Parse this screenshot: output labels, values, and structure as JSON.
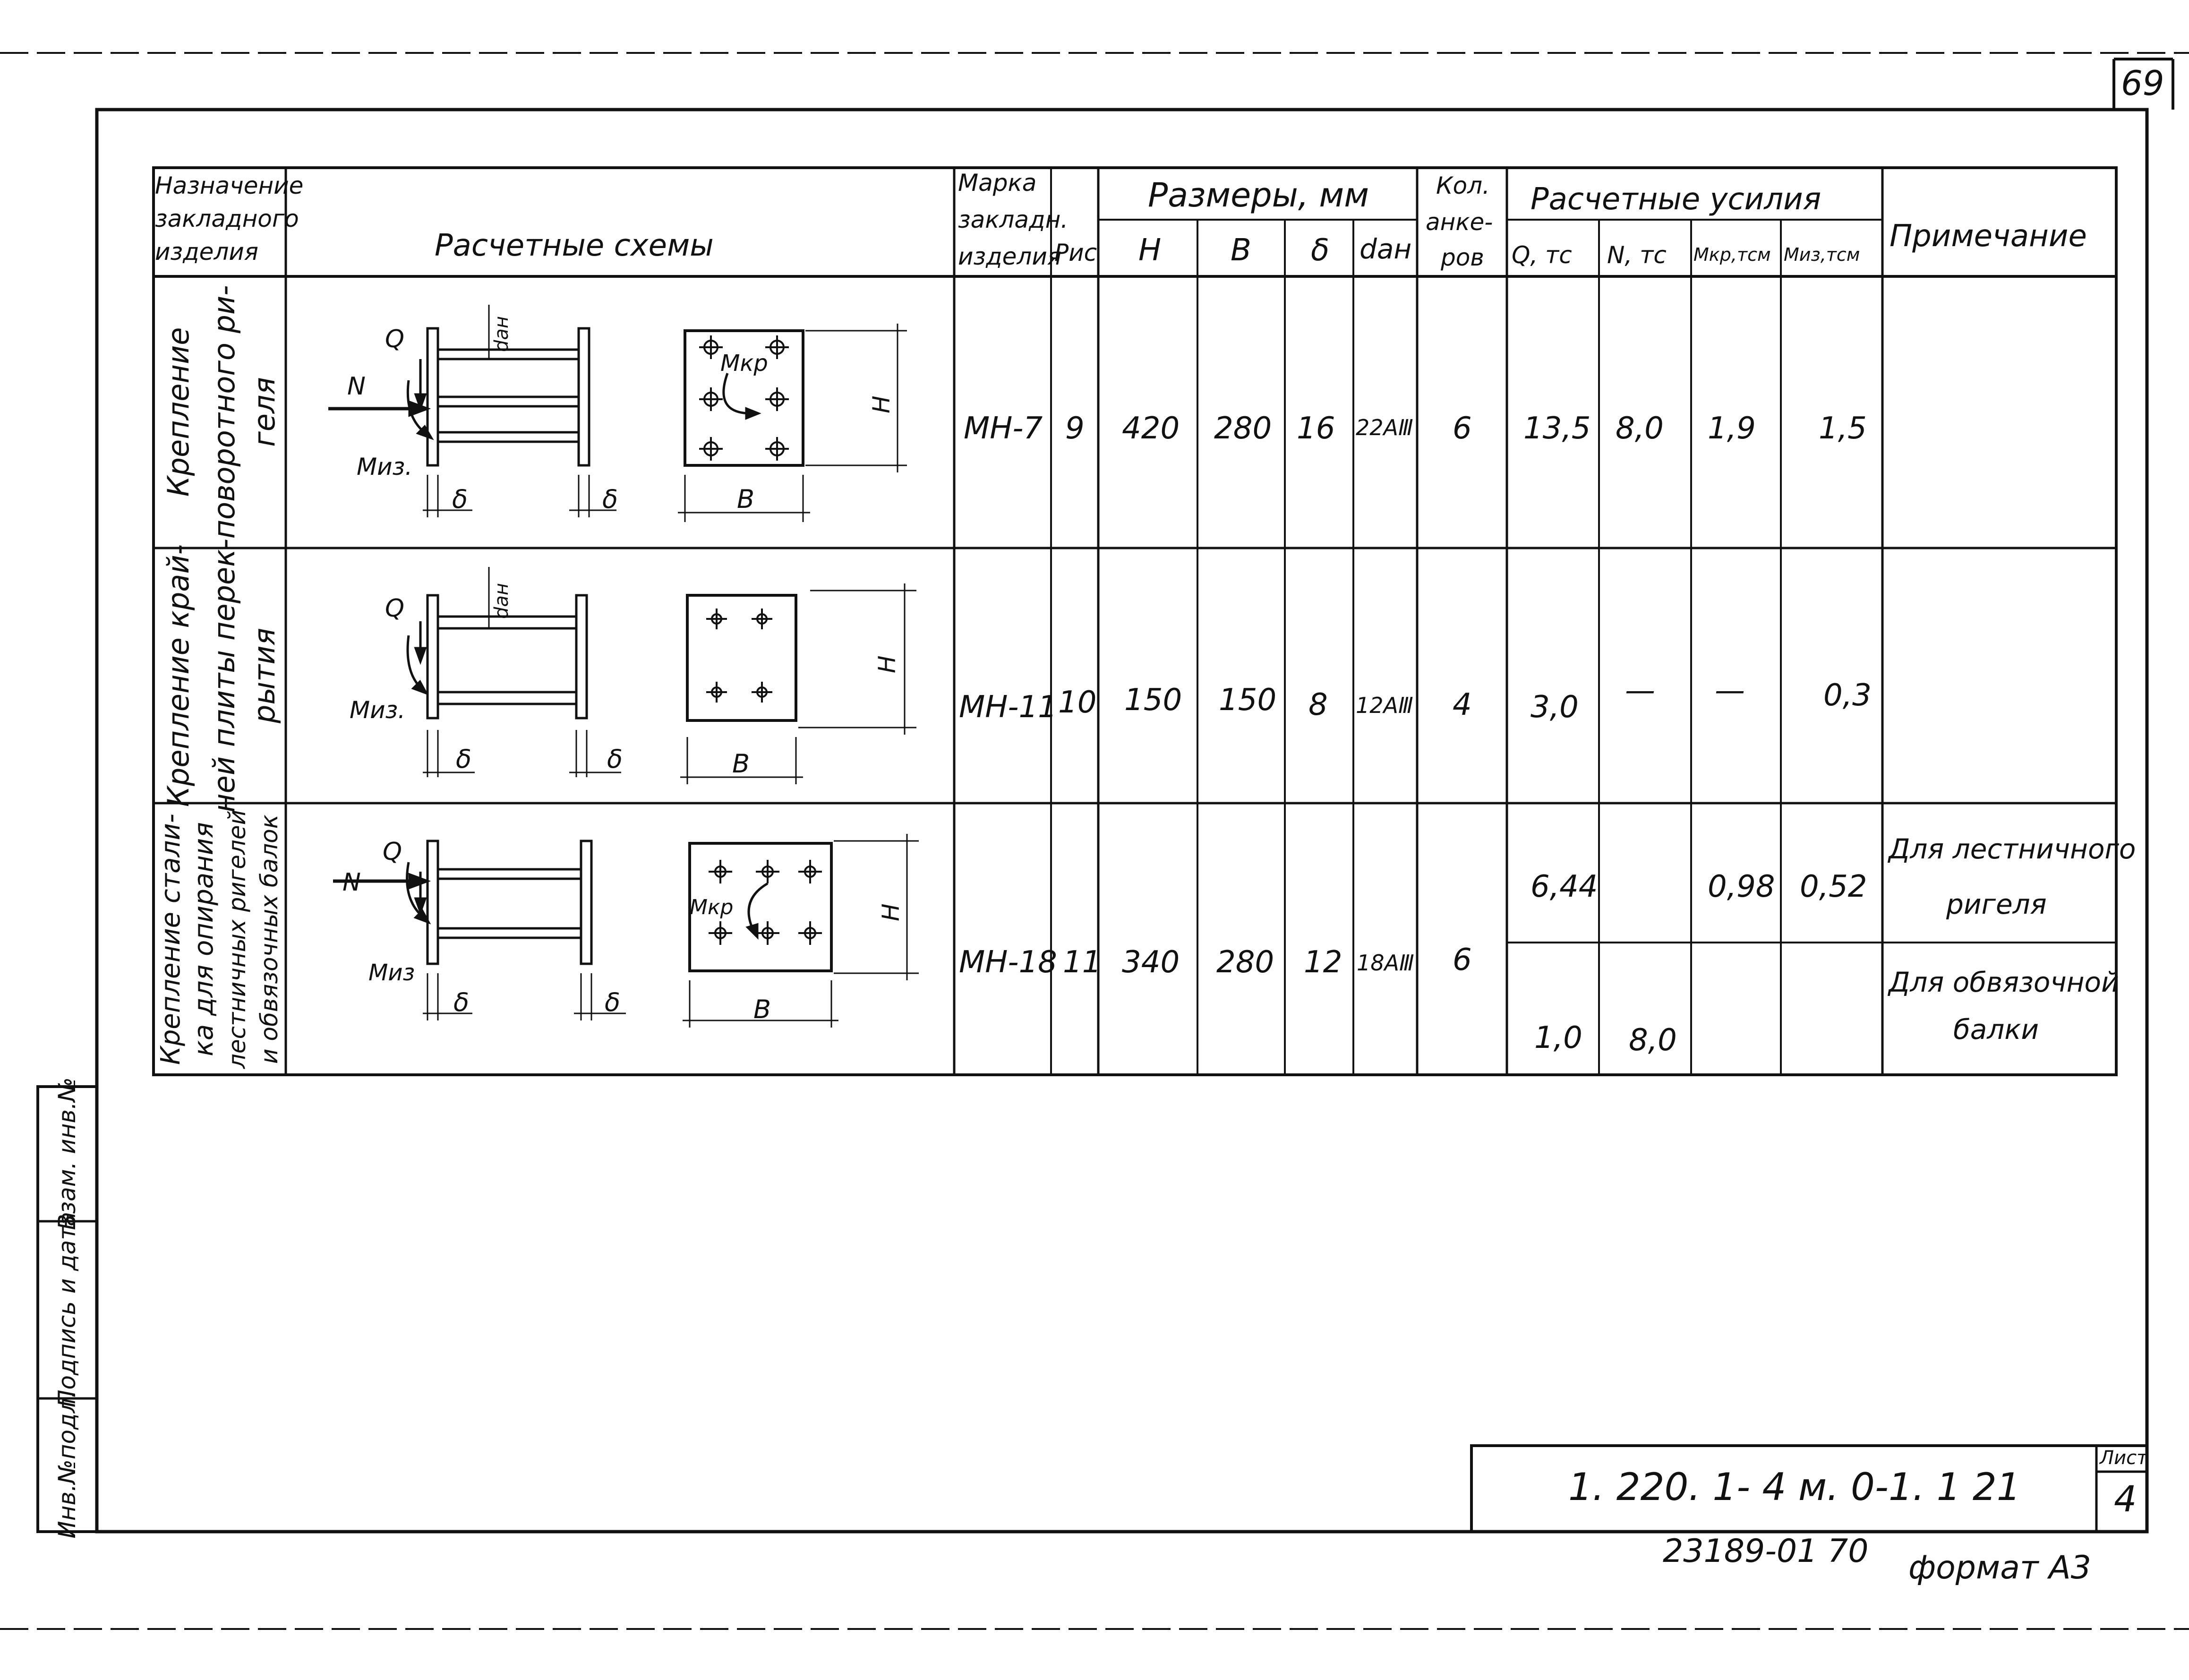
{
  "sheet": {
    "page_number": "69",
    "drawing_code": "1. 220. 1- 4 м. 0-1. 1   21",
    "sheet_label": "Лист",
    "sheet_number": "4",
    "archive_number": "23189-01   70",
    "format_label": "формат А3"
  },
  "stamp": {
    "inv_original": "Инв.№подл.",
    "signature_date": "Подпись и дата",
    "replacement_inv": "Взам. инв.№"
  },
  "header": {
    "purpose": [
      "Назначение",
      "закладного",
      "изделия"
    ],
    "schemes": "Расчетные  схемы",
    "mark": [
      "Марка",
      "закладн.",
      "изделия"
    ],
    "fig": "Рис",
    "sizes_group": "Размеры,  мм",
    "H": "Н",
    "B": "В",
    "delta": "δ",
    "d_an": "dан",
    "anchors": [
      "Кол.",
      "анке-",
      "ров"
    ],
    "forces_group": "Расчетные  усилия",
    "Q": "Q, тс",
    "N": "N, тс",
    "Mkr": "Мкр,тсм",
    "Miz": "Миз,тсм",
    "note": "Примечание"
  },
  "rows": [
    {
      "purpose": [
        "Крепление",
        "поворотного ри-",
        "геля"
      ],
      "mark": "МН-7",
      "fig": "9",
      "H": "420",
      "B": "280",
      "delta": "16",
      "d_an": "22АⅢ",
      "anchors": "6",
      "Q": "13,5",
      "N": "8,0",
      "Mkr": "1,9",
      "Miz": "1,5"
    },
    {
      "purpose": [
        "Крепление край-",
        "ней плиты перек-",
        "рытия"
      ],
      "mark": "МН-11",
      "fig": "10",
      "H": "150",
      "B": "150",
      "delta": "8",
      "d_an": "12АⅢ",
      "anchors": "4",
      "Q": "3,0",
      "N": "—",
      "Mkr": "—",
      "Miz": "0,3"
    },
    {
      "purpose": [
        "Крепление стали-",
        "ка для опирания",
        "лестничных ригелей",
        "и обвязочных балок"
      ],
      "mark": "МН-18",
      "fig": "11",
      "H": "340",
      "B": "280",
      "delta": "12",
      "d_an": "18АⅢ",
      "anchors": "6",
      "sub": [
        {
          "Q": "6,44",
          "N": "",
          "Mkr": "0,98",
          "Miz": "0,52",
          "note": [
            "Для лестничного",
            "ригеля"
          ]
        },
        {
          "Q": "1,0",
          "N": "8,0",
          "Mkr": "",
          "Miz": "",
          "note": [
            "Для обвязочной",
            "балки"
          ]
        }
      ]
    }
  ],
  "schemes": {
    "Q": "Q",
    "N": "N",
    "Miz": "Миз.",
    "Miz_alt": "Миз",
    "Mkr": "Мкр",
    "d_an": "dан",
    "delta": "δ",
    "H": "Н",
    "B": "В"
  }
}
